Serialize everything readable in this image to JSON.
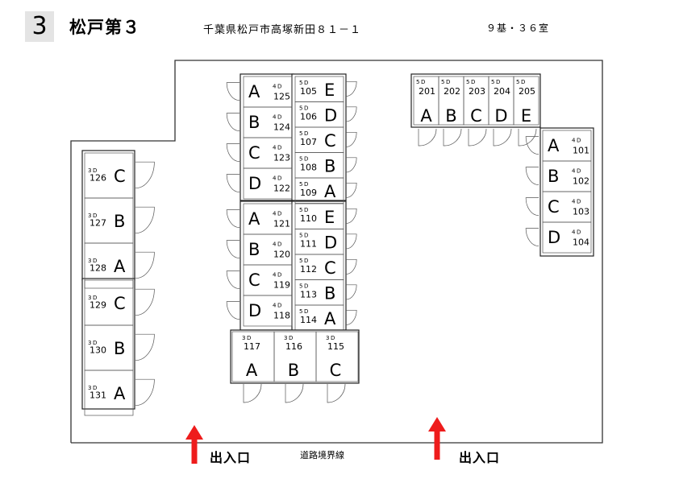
{
  "header": {
    "number": "3",
    "title": "松戸第３",
    "address": "千葉県松戸市高塚新田８１－１",
    "count": "９基・３６室"
  },
  "blocks": {
    "left_upper": [
      {
        "type": "3D",
        "num": "126",
        "letter": "C"
      },
      {
        "type": "3D",
        "num": "127",
        "letter": "B"
      },
      {
        "type": "3D",
        "num": "128",
        "letter": "A"
      }
    ],
    "left_lower": [
      {
        "type": "3D",
        "num": "129",
        "letter": "C"
      },
      {
        "type": "3D",
        "num": "130",
        "letter": "B"
      },
      {
        "type": "3D",
        "num": "131",
        "letter": "A"
      }
    ],
    "center_upper_left": [
      {
        "type": "4D",
        "num": "125",
        "letter": "A"
      },
      {
        "type": "4D",
        "num": "124",
        "letter": "B"
      },
      {
        "type": "4D",
        "num": "123",
        "letter": "C"
      },
      {
        "type": "4D",
        "num": "122",
        "letter": "D"
      }
    ],
    "center_upper_right": [
      {
        "type": "5D",
        "num": "105",
        "letter": "E"
      },
      {
        "type": "5D",
        "num": "106",
        "letter": "D"
      },
      {
        "type": "5D",
        "num": "107",
        "letter": "C"
      },
      {
        "type": "5D",
        "num": "108",
        "letter": "B"
      },
      {
        "type": "5D",
        "num": "109",
        "letter": "A"
      }
    ],
    "center_lower_left": [
      {
        "type": "4D",
        "num": "121",
        "letter": "A"
      },
      {
        "type": "4D",
        "num": "120",
        "letter": "B"
      },
      {
        "type": "4D",
        "num": "119",
        "letter": "C"
      },
      {
        "type": "4D",
        "num": "118",
        "letter": "D"
      }
    ],
    "center_lower_right": [
      {
        "type": "5D",
        "num": "110",
        "letter": "E"
      },
      {
        "type": "5D",
        "num": "111",
        "letter": "D"
      },
      {
        "type": "5D",
        "num": "112",
        "letter": "C"
      },
      {
        "type": "5D",
        "num": "113",
        "letter": "B"
      },
      {
        "type": "5D",
        "num": "114",
        "letter": "A"
      }
    ],
    "bottom_center": [
      {
        "type": "3D",
        "num": "117",
        "letter": "A"
      },
      {
        "type": "3D",
        "num": "116",
        "letter": "B"
      },
      {
        "type": "3D",
        "num": "115",
        "letter": "C"
      }
    ],
    "top_right": [
      {
        "type": "5D",
        "num": "201",
        "letter": "A"
      },
      {
        "type": "5D",
        "num": "202",
        "letter": "B"
      },
      {
        "type": "5D",
        "num": "203",
        "letter": "C"
      },
      {
        "type": "5D",
        "num": "204",
        "letter": "D"
      },
      {
        "type": "5D",
        "num": "205",
        "letter": "E"
      }
    ],
    "right": [
      {
        "type": "4D",
        "num": "101",
        "letter": "A"
      },
      {
        "type": "4D",
        "num": "102",
        "letter": "B"
      },
      {
        "type": "4D",
        "num": "103",
        "letter": "C"
      },
      {
        "type": "4D",
        "num": "104",
        "letter": "D"
      }
    ]
  },
  "road_label": "道路境界線",
  "entrance_label": "出入口",
  "colors": {
    "arrow": "#ee1c1c",
    "header_box": "#e4e4e4"
  }
}
